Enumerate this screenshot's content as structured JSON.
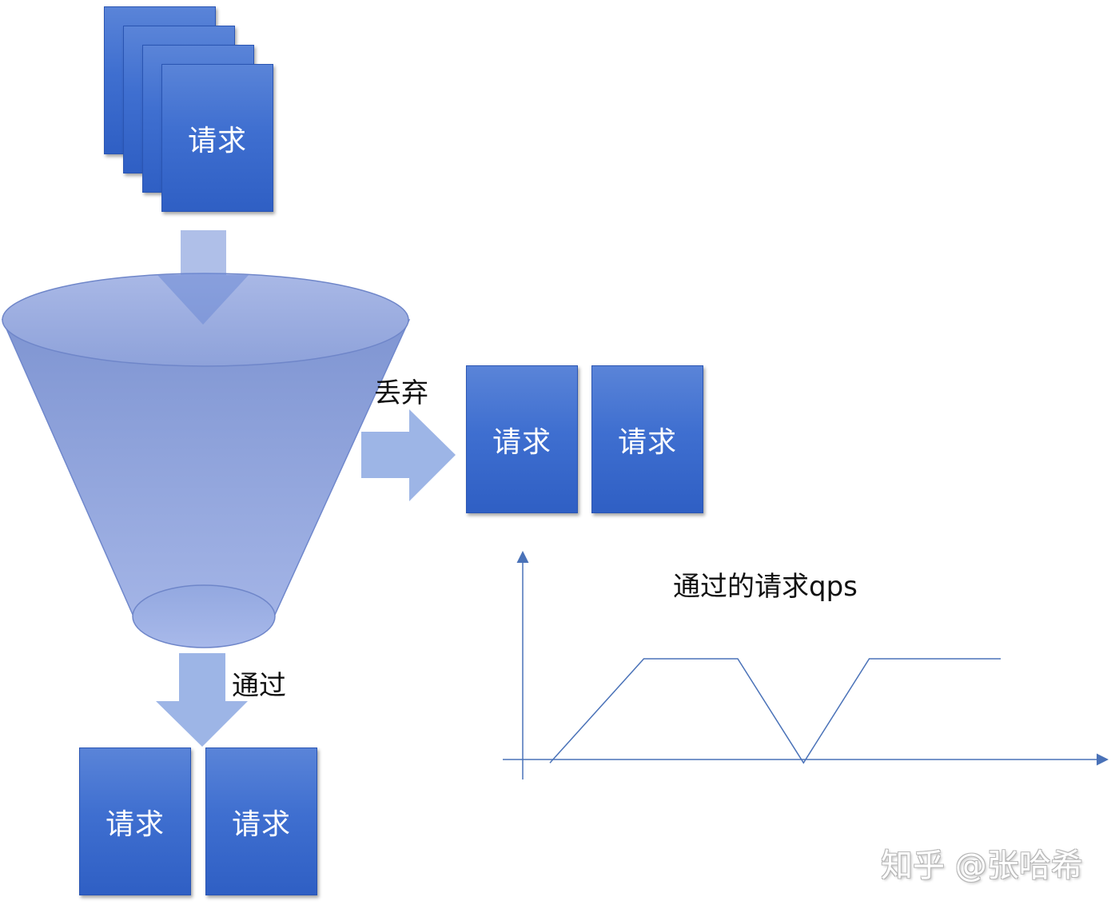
{
  "request_label": "请求",
  "labels": {
    "discard": "丢弃",
    "pass": "通过",
    "chart_title": "通过的请求qps"
  },
  "watermark": "知乎 @张哈希",
  "colors": {
    "card_blue": "#3f6fd0",
    "funnel_blue": "#8fa6dc",
    "arrow_blue": "#9db5e6",
    "chart_line": "#4a72b8"
  },
  "chart_data": {
    "type": "line",
    "title": "通过的请求qps",
    "xlabel": "",
    "ylabel": "",
    "series": [
      {
        "values_shape": "rise-plateau-dip-plateau",
        "x": [
          0,
          1,
          2,
          2.7,
          3.4,
          4.8
        ],
        "y": [
          0.3,
          1.0,
          1.0,
          0.3,
          1.0,
          1.0
        ]
      }
    ],
    "grid": false
  }
}
